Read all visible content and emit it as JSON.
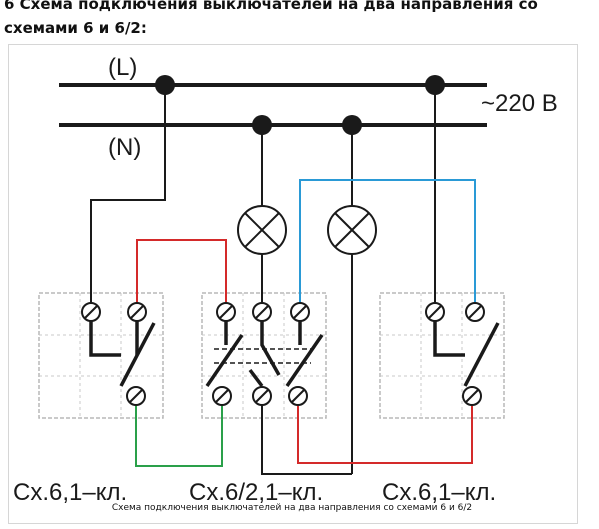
{
  "heading": {
    "line1": "6 Схема подключения   выключателей на два направления со",
    "line2": "схемами 6 и  6/2:"
  },
  "diagram": {
    "phase_label": "(L)",
    "neutral_label": "(N)",
    "voltage_label": "~220 В",
    "scheme_left": "Сх.6,1–кл.",
    "scheme_middle": "Сх.6/2,1–кл.",
    "scheme_right": "Сх.6,1–кл."
  },
  "caption": "Схема подключения выключателей на два направления со схемами 6 и 6/2",
  "colors": {
    "wire_black": "#1a1a1a",
    "wire_red": "#d42a2a",
    "wire_blue": "#2a9ad6",
    "wire_green": "#2aa04a",
    "box": "#b8b8b8"
  }
}
